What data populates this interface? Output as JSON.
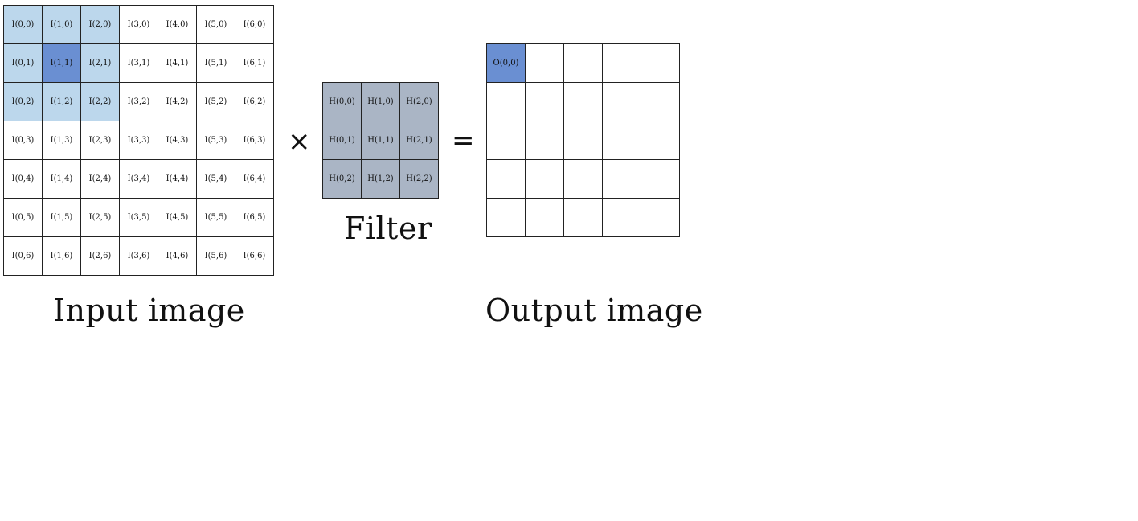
{
  "input": {
    "label": "Input image",
    "cols": 7,
    "rows": 7,
    "cell_prefix": "I",
    "center_cell": [
      1,
      1
    ],
    "window_cells": [
      [
        0,
        0
      ],
      [
        1,
        0
      ],
      [
        2,
        0
      ],
      [
        0,
        1
      ],
      [
        2,
        1
      ],
      [
        0,
        2
      ],
      [
        1,
        2
      ],
      [
        2,
        2
      ]
    ]
  },
  "filter": {
    "label": "Filter",
    "cols": 3,
    "rows": 3,
    "cell_prefix": "H"
  },
  "output": {
    "label": "Output image",
    "cols": 5,
    "rows": 5,
    "filled_cells": [
      {
        "col": 0,
        "row": 0,
        "text": "O(0,0)"
      }
    ]
  },
  "operators": {
    "multiply": "×",
    "equals": "="
  },
  "colors": {
    "window": "#bcd7ec",
    "center": "#6a8fd2",
    "filter": "#aab5c5",
    "output_highlight": "#6a8fd2",
    "grid_line": "#222222",
    "background": "#ffffff"
  }
}
